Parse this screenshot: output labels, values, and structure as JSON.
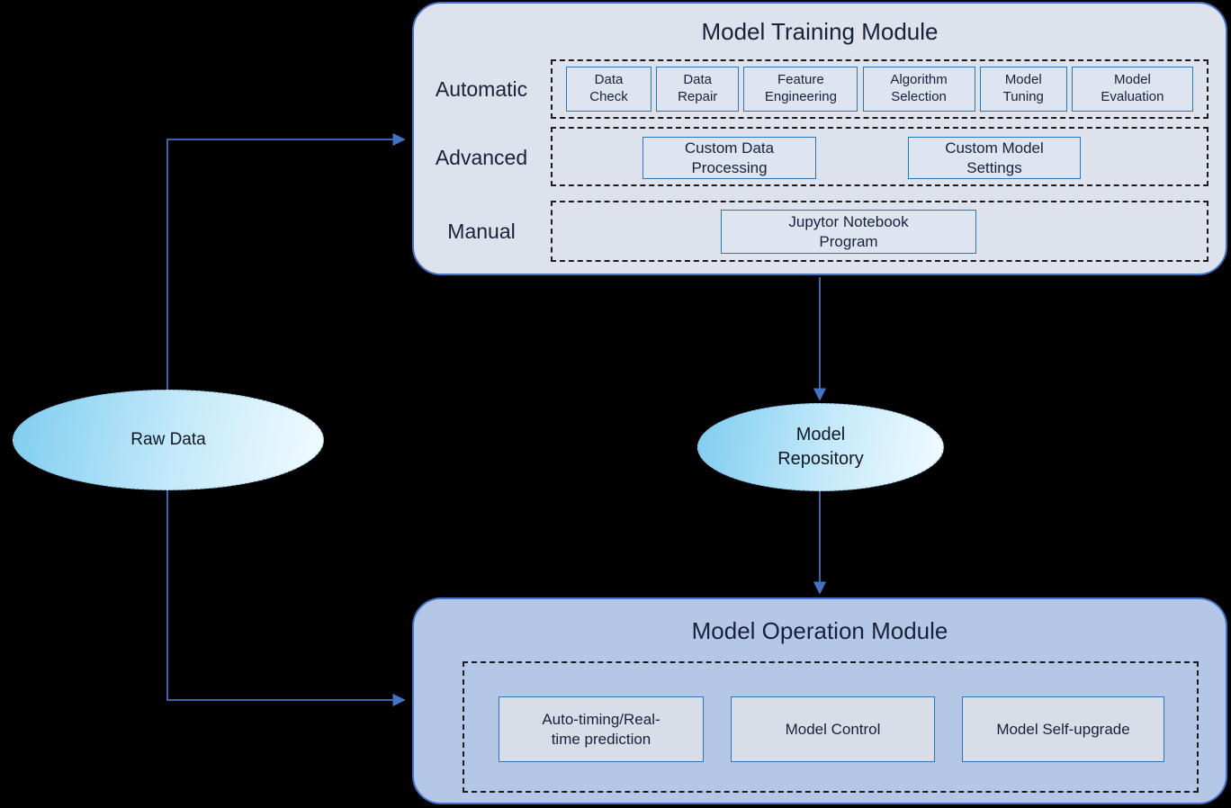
{
  "training_module": {
    "title": "Model Training Module",
    "rows": [
      {
        "label": "Automatic",
        "boxes": [
          "Data\nCheck",
          "Data\nRepair",
          "Feature\nEngineering",
          "Algorithm\nSelection",
          "Model\nTuning",
          "Model\nEvaluation"
        ]
      },
      {
        "label": "Advanced",
        "boxes": [
          "Custom Data\nProcessing",
          "Custom Model\nSettings"
        ]
      },
      {
        "label": "Manual",
        "boxes": [
          "Jupytor Notebook\nProgram"
        ]
      }
    ]
  },
  "nodes": {
    "raw_data": {
      "label": "Raw Data"
    },
    "model_repository": {
      "label": "Model\nRepository"
    }
  },
  "operation_module": {
    "title": "Model Operation Module",
    "boxes": [
      "Auto-timing/Real-\ntime prediction",
      "Model Control",
      "Model Self-upgrade"
    ]
  },
  "colors": {
    "background": "#000000",
    "module_border": "#4472c4",
    "training_fill": "#dde2ec",
    "operation_fill": "#b4c7e7",
    "inner_box_fill": "#dee5f1",
    "operation_box_fill": "#d9dde8",
    "inner_box_border": "#2e75b6",
    "dashed_group_border": "#1c1c1c",
    "arrow": "#4472c4",
    "ellipse_gradient_start": "#7fcdf0",
    "ellipse_gradient_end": "#f2fbff",
    "text": "#18213a"
  }
}
